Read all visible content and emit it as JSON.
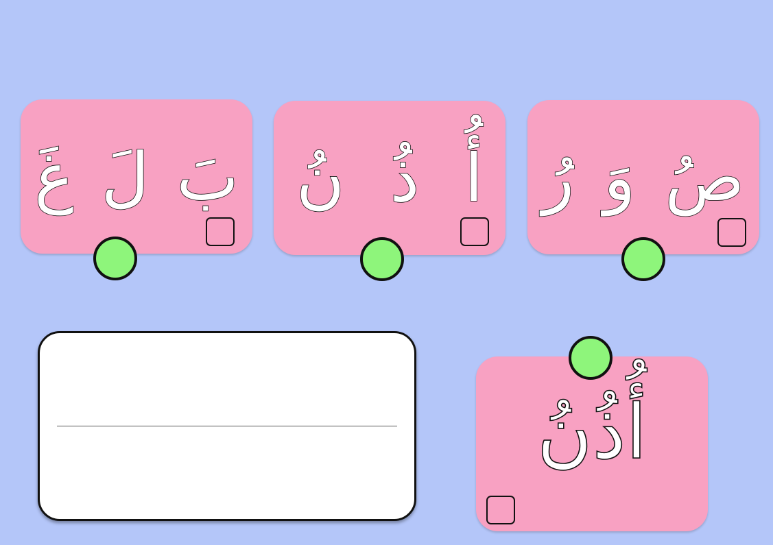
{
  "cards": [
    {
      "letters": [
        "بَ",
        "لَ",
        "غَ"
      ]
    },
    {
      "letters": [
        "أُ",
        "ذُ",
        "نُ"
      ]
    },
    {
      "letters": [
        "صُ",
        "وَ",
        "رُ"
      ]
    }
  ],
  "word_card": {
    "word": "أُذُنُ"
  },
  "answer": {
    "value": ""
  },
  "colors": {
    "background": "#b4c6f9",
    "card": "#f8a1c2",
    "dot": "#8ef57b",
    "letter_fill": "#ffffff"
  }
}
